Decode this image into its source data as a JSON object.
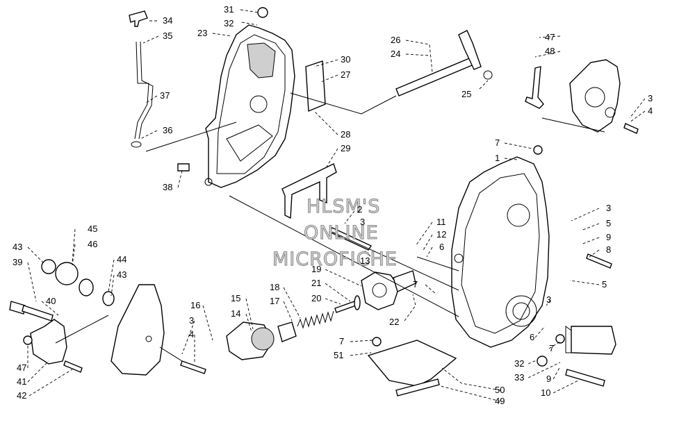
{
  "diagram": {
    "watermark": [
      "HLSM'S",
      "ONLINE",
      "MICROFICHE"
    ],
    "callouts": [
      {
        "id": "c34",
        "text": "34"
      },
      {
        "id": "c35",
        "text": "35"
      },
      {
        "id": "c37",
        "text": "37"
      },
      {
        "id": "c36",
        "text": "36"
      },
      {
        "id": "c31",
        "text": "31"
      },
      {
        "id": "c32a",
        "text": "32"
      },
      {
        "id": "c23",
        "text": "23"
      },
      {
        "id": "c30",
        "text": "30"
      },
      {
        "id": "c27",
        "text": "27"
      },
      {
        "id": "c28",
        "text": "28"
      },
      {
        "id": "c29",
        "text": "29"
      },
      {
        "id": "c26",
        "text": "26"
      },
      {
        "id": "c24",
        "text": "24"
      },
      {
        "id": "c25",
        "text": "25"
      },
      {
        "id": "c47a",
        "text": "47"
      },
      {
        "id": "c48",
        "text": "48"
      },
      {
        "id": "c3a",
        "text": "3"
      },
      {
        "id": "c4a",
        "text": "4"
      },
      {
        "id": "c7a",
        "text": "7"
      },
      {
        "id": "c1",
        "text": "1"
      },
      {
        "id": "c38",
        "text": "38"
      },
      {
        "id": "c2",
        "text": "2"
      },
      {
        "id": "c3b",
        "text": "3"
      },
      {
        "id": "c3c",
        "text": "3"
      },
      {
        "id": "c5a",
        "text": "5"
      },
      {
        "id": "c9a",
        "text": "9"
      },
      {
        "id": "c8",
        "text": "8"
      },
      {
        "id": "c5b",
        "text": "5"
      },
      {
        "id": "c11",
        "text": "11"
      },
      {
        "id": "c12",
        "text": "12"
      },
      {
        "id": "c6a",
        "text": "6"
      },
      {
        "id": "c13",
        "text": "13"
      },
      {
        "id": "c45",
        "text": "45"
      },
      {
        "id": "c46",
        "text": "46"
      },
      {
        "id": "c43a",
        "text": "43"
      },
      {
        "id": "c39",
        "text": "39"
      },
      {
        "id": "c44",
        "text": "44"
      },
      {
        "id": "c43b",
        "text": "43"
      },
      {
        "id": "c40",
        "text": "40"
      },
      {
        "id": "c19",
        "text": "19"
      },
      {
        "id": "c21",
        "text": "21"
      },
      {
        "id": "c20",
        "text": "20"
      },
      {
        "id": "c18",
        "text": "18"
      },
      {
        "id": "c17",
        "text": "17"
      },
      {
        "id": "c15",
        "text": "15"
      },
      {
        "id": "c14",
        "text": "14"
      },
      {
        "id": "c16",
        "text": "16"
      },
      {
        "id": "c3d",
        "text": "3"
      },
      {
        "id": "c4b",
        "text": "4"
      },
      {
        "id": "c7b",
        "text": "7"
      },
      {
        "id": "c22",
        "text": "22"
      },
      {
        "id": "c3e",
        "text": "3"
      },
      {
        "id": "c6b",
        "text": "6"
      },
      {
        "id": "c7c",
        "text": "7"
      },
      {
        "id": "c7d",
        "text": "7"
      },
      {
        "id": "c51",
        "text": "51"
      },
      {
        "id": "c32b",
        "text": "32"
      },
      {
        "id": "c33",
        "text": "33"
      },
      {
        "id": "c9b",
        "text": "9"
      },
      {
        "id": "c10",
        "text": "10"
      },
      {
        "id": "c50",
        "text": "50"
      },
      {
        "id": "c49",
        "text": "49"
      },
      {
        "id": "c47b",
        "text": "47"
      },
      {
        "id": "c41",
        "text": "41"
      },
      {
        "id": "c42",
        "text": "42"
      }
    ]
  }
}
